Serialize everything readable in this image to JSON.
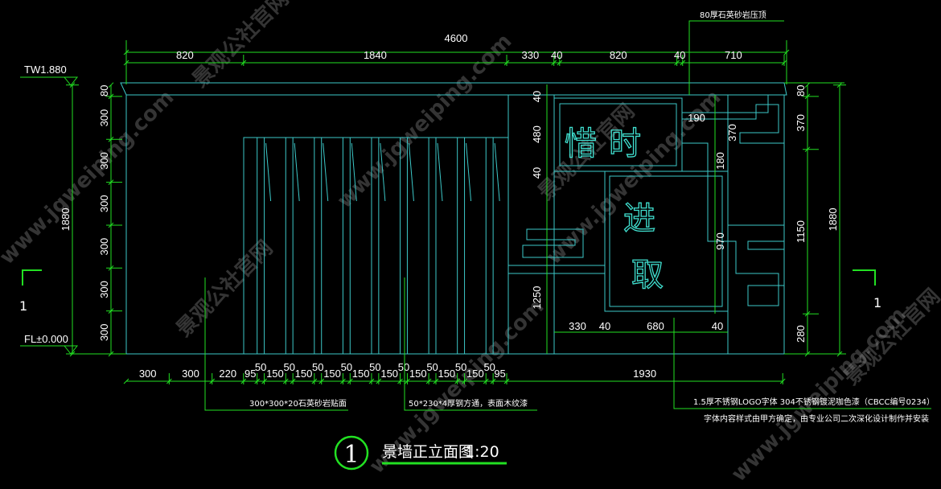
{
  "drawing": {
    "title": "景墙正立面图",
    "scale": "1:20",
    "number": "1",
    "section_mark_left": "1",
    "section_mark_right": "1",
    "elevations": {
      "top": "TW1.880",
      "floor": "FL±0.000"
    },
    "logo_text": [
      "惜",
      "时",
      "进",
      "取"
    ]
  },
  "dimensions": {
    "overall_width": "4600",
    "top": [
      "820",
      "1840",
      "330",
      "40",
      "820",
      "40",
      "710"
    ],
    "bottom": [
      "300",
      "300",
      "220",
      "95",
      "50",
      "150",
      "50",
      "150",
      "50",
      "150",
      "50",
      "150",
      "50",
      "150",
      "50",
      "150",
      "50",
      "150",
      "50",
      "150",
      "50",
      "95",
      "1930"
    ],
    "left": [
      "80",
      "300",
      "300",
      "300",
      "300",
      "300",
      "300"
    ],
    "left_total": "1880",
    "right": [
      "80",
      "370",
      "1150",
      "280"
    ],
    "right_total": "1880",
    "sign_vertical": [
      "40",
      "480",
      "40",
      "1250"
    ],
    "sign_right": [
      "190",
      "370",
      "180",
      "970"
    ],
    "sign_bottom": [
      "330",
      "40",
      "680",
      "40"
    ]
  },
  "annotations": {
    "coping": "80厚石英砂岩压顶",
    "cladding": "300*300*20石英砂岩贴面",
    "steel": "50*230*4厚钢方通，表面木纹漆",
    "logo_note": "1.5厚不锈钢LOGO字体 304不锈钢镀泥咖色漆（CBCC编号0234）",
    "logo_note2": "字体内容样式由甲方确定，由专业公司二次深化设计制作并安装"
  },
  "watermarks": [
    "www.jgweiping.com",
    "景观公社官网"
  ],
  "colors": {
    "dim": "#22e022",
    "outline": "#3cc8c8",
    "text": "#ffffff",
    "background": "#000000"
  }
}
